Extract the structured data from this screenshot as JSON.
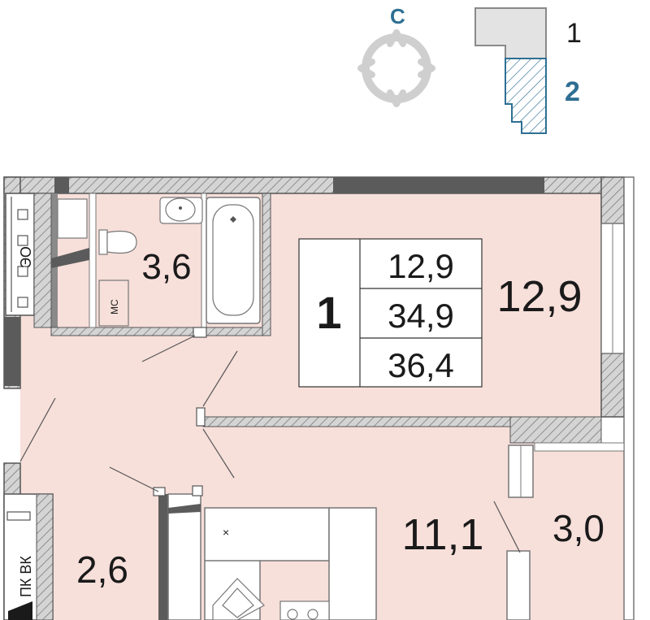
{
  "compass": {
    "north_label": "С",
    "color": "#2f6f93",
    "ring_color": "#cfcfcf"
  },
  "floor_key": {
    "floor_1_label": "1",
    "floor_2_label": "2",
    "floor_1_color": "#e3e3e3",
    "floor_2_color": "#2f6f93",
    "selected_floor": "2"
  },
  "apartment": {
    "rooms_count": "1",
    "living_area": "12,9",
    "total_area": "34,9",
    "total_area_with_balcony": "36,4"
  },
  "rooms": {
    "living_room_area": "12,9",
    "kitchen_area": "11,1",
    "bathroom_area": "3,6",
    "hall_area": "2,6",
    "balcony_area": "3,0"
  },
  "labels": {
    "shaft_eo": "ЭО",
    "shaft_pk_vk": "ПК ВК",
    "mc": "МС",
    "cooker_hood": "×"
  },
  "colors": {
    "room_fill": "#f7dfda",
    "wall": "#5b5b5b",
    "hatch": "#7a7a7a",
    "outline": "#777777"
  }
}
